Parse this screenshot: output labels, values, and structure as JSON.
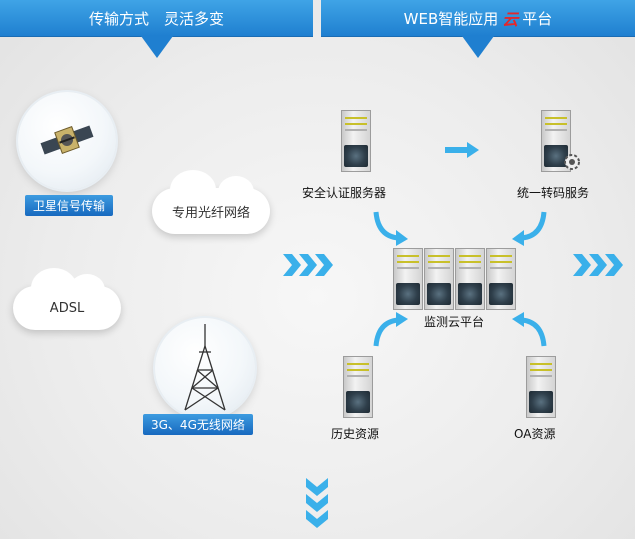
{
  "banners": {
    "left": "传输方式　灵活多变",
    "right_prefix": "WEB智能应用",
    "right_brand": "云",
    "right_suffix": "平台"
  },
  "sources": {
    "satellite": "卫星信号传输",
    "fiber": "专用光纤网络",
    "adsl": "ADSL",
    "mobile": "3G、4G无线网络"
  },
  "nodes": {
    "auth": "安全认证服务器",
    "transcode": "统一转码服务",
    "cloud": "监测云平台",
    "history": "历史资源",
    "oa": "OA资源"
  },
  "colors": {
    "banner": "#1f7fd0",
    "arrow": "#3ab0ea",
    "brand": "#e2282c"
  }
}
